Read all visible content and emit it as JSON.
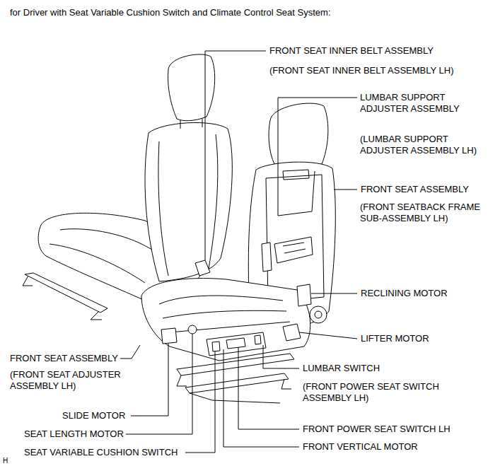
{
  "diagram": {
    "title": "for Driver with Seat Variable Cushion Switch and Climate Control Seat System:",
    "labels": [
      "FRONT SEAT INNER BELT ASSEMBLY",
      "(FRONT SEAT INNER BELT ASSEMBLY LH)",
      "LUMBAR SUPPORT ADJUSTER ASSEMBLY",
      "(LUMBAR SUPPORT ADJUSTER ASSEMBLY LH)",
      "FRONT SEAT ASSEMBLY",
      "(FRONT SEATBACK FRAME SUB-ASSEMBLY LH)",
      "RECLINING MOTOR",
      "LIFTER MOTOR",
      "FRONT SEAT ASSEMBLY",
      "(FRONT SEAT ADJUSTER ASSEMBLY LH)",
      "LUMBAR SWITCH",
      "(FRONT POWER SEAT SWITCH ASSEMBLY LH)",
      "SLIDE MOTOR",
      "SEAT LENGTH MOTOR",
      "FRONT POWER SEAT SWITCH LH",
      "SEAT VARIABLE CUSHION SWITCH",
      "FRONT VERTICAL MOTOR",
      "H"
    ]
  }
}
